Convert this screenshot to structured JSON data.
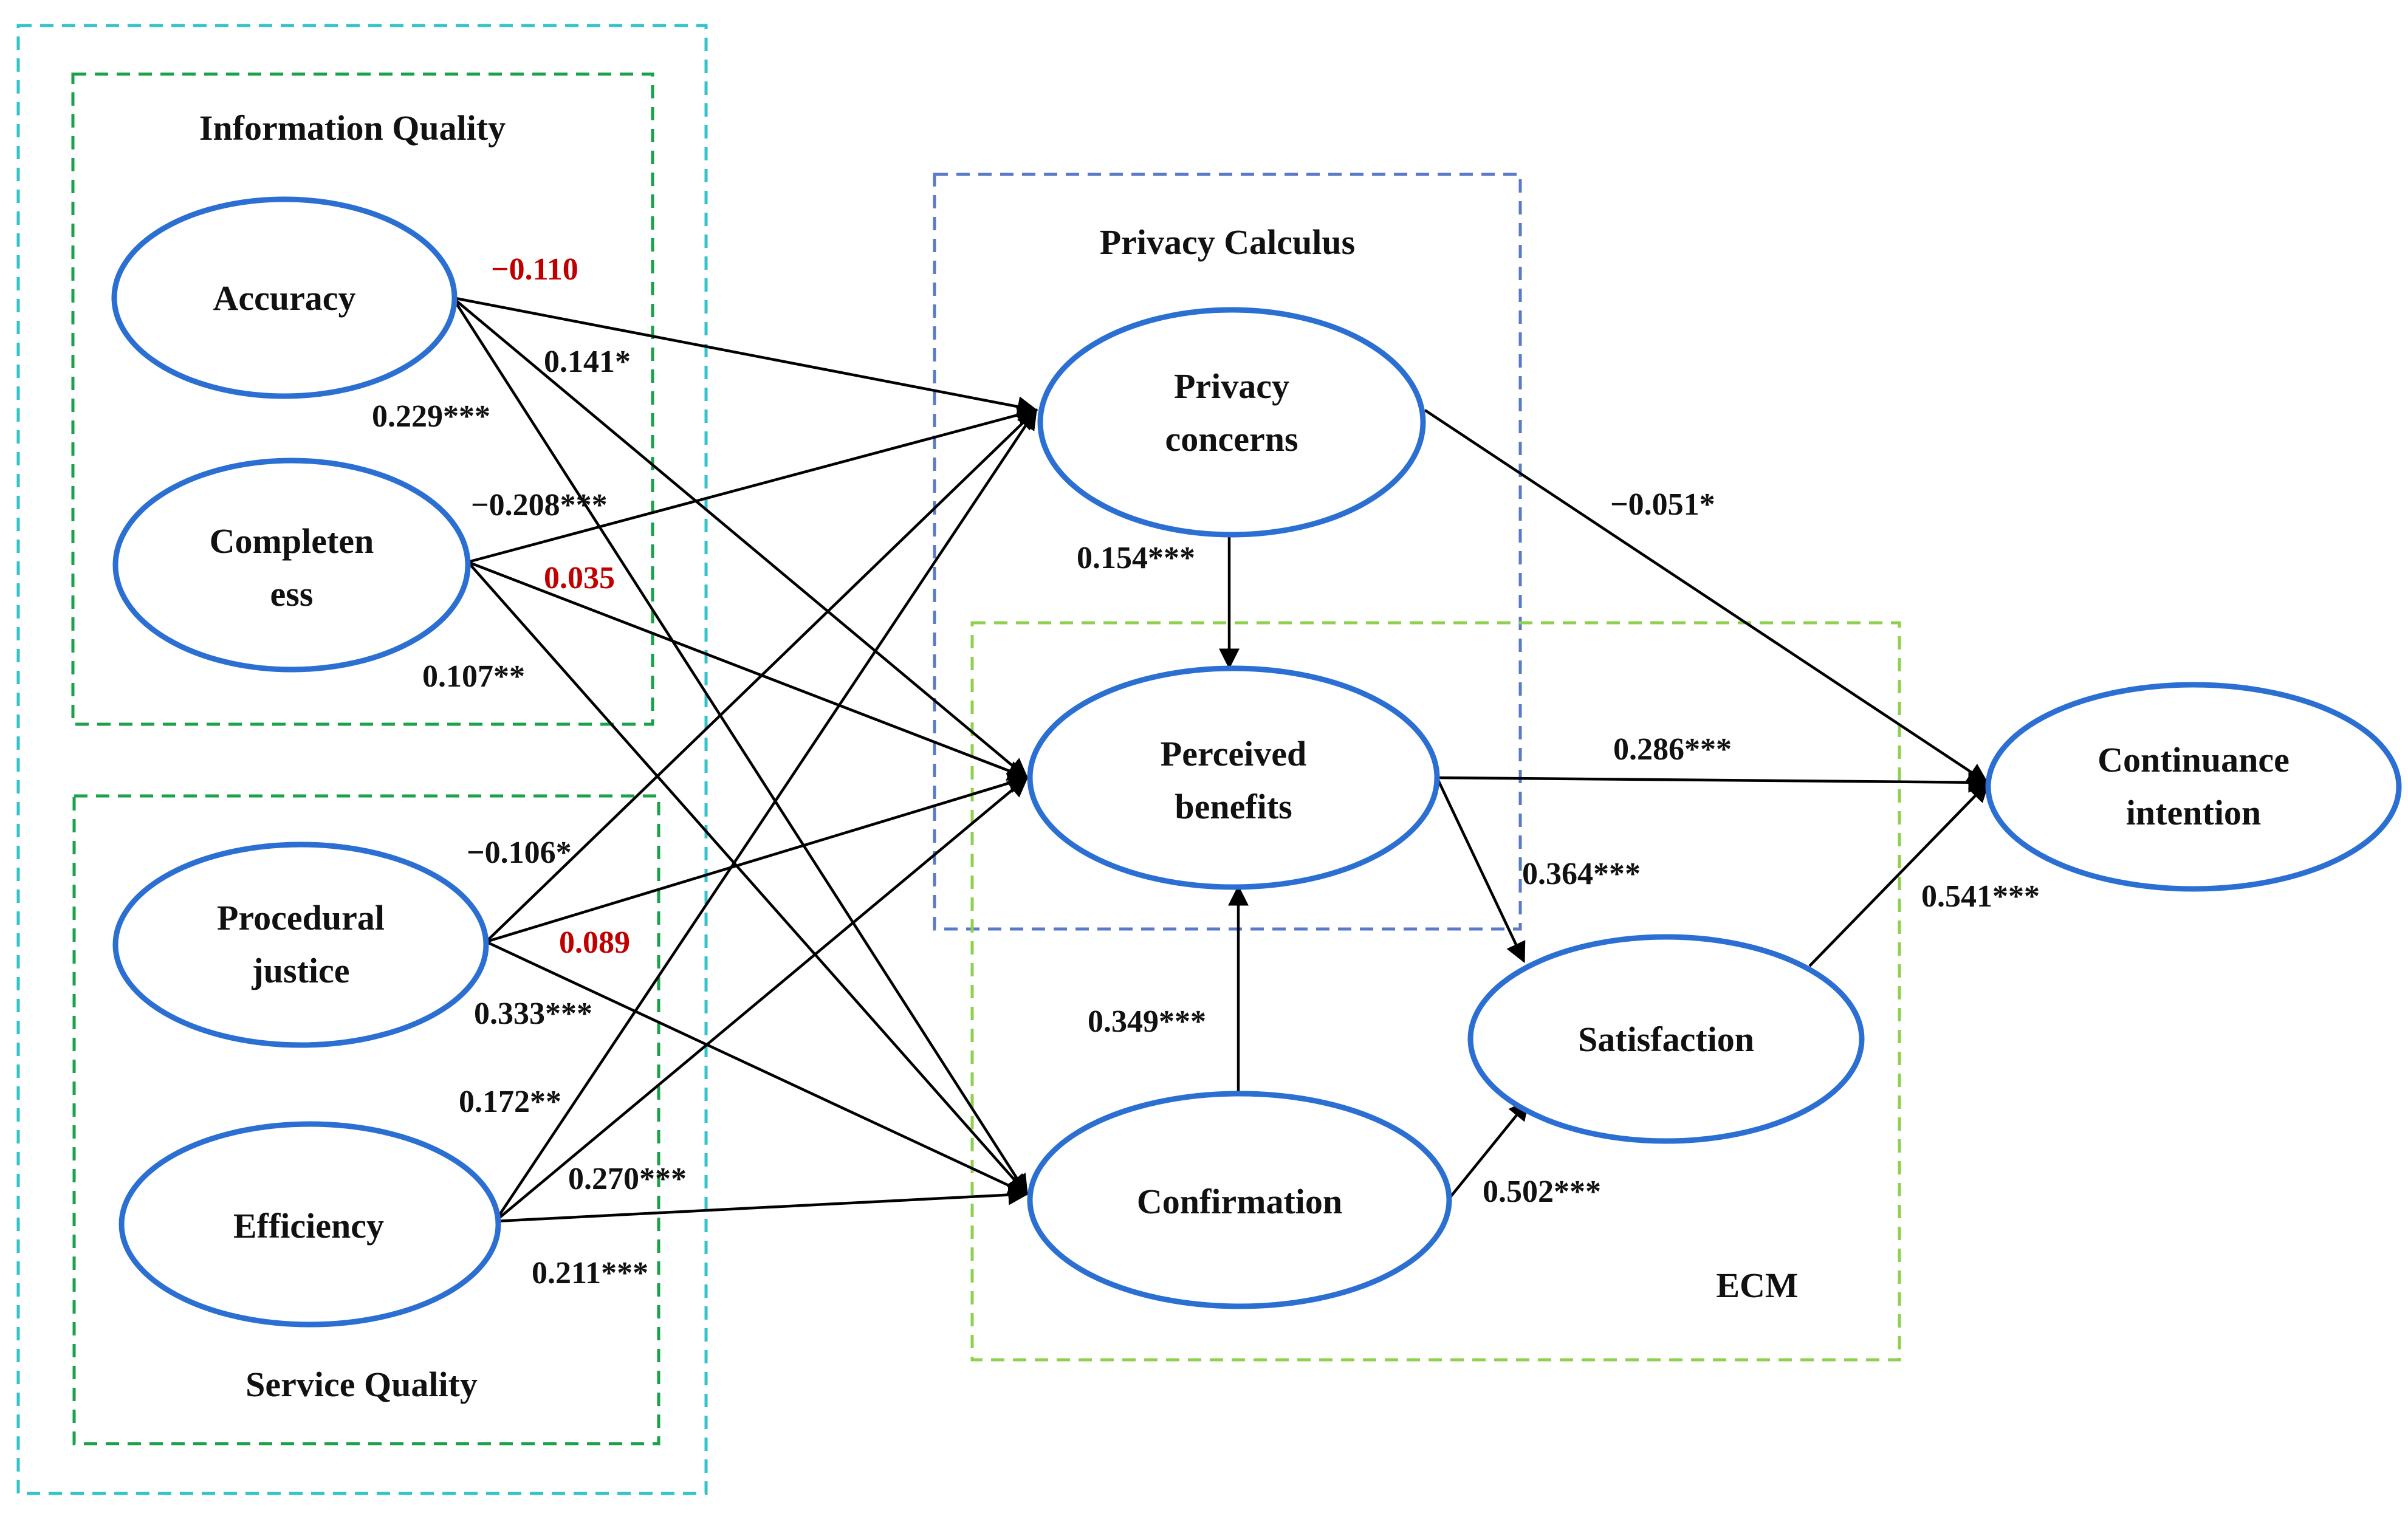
{
  "groups": {
    "information_quality": {
      "title": "Information Quality",
      "border_color": "#1aa14a"
    },
    "service_quality": {
      "title": "Service Quality",
      "border_color": "#1aa14a"
    },
    "outer_quality": {
      "border_color": "#32c3c8"
    },
    "privacy_calculus": {
      "title": "Privacy Calculus",
      "border_color": "#5a7ac8"
    },
    "ecm": {
      "title": "ECM",
      "border_color": "#8fd14f"
    }
  },
  "nodes": {
    "accuracy": {
      "lines": [
        "Accuracy"
      ]
    },
    "completeness": {
      "lines": [
        "Completen",
        "ess"
      ]
    },
    "procedural_justice": {
      "lines": [
        "Procedural",
        "justice"
      ]
    },
    "efficiency": {
      "lines": [
        "Efficiency"
      ]
    },
    "privacy_concerns": {
      "lines": [
        "Privacy",
        "concerns"
      ]
    },
    "perceived_benefits": {
      "lines": [
        "Perceived",
        "benefits"
      ]
    },
    "confirmation": {
      "lines": [
        "Confirmation"
      ]
    },
    "satisfaction": {
      "lines": [
        "Satisfaction"
      ]
    },
    "continuance_intention": {
      "lines": [
        "Continuance",
        "intention"
      ]
    }
  },
  "paths": {
    "acc_pc": {
      "from": "Accuracy",
      "to": "Privacy concerns",
      "coefficient": "−0.110",
      "significant": false
    },
    "acc_pb": {
      "from": "Accuracy",
      "to": "Perceived benefits",
      "coefficient": "0.141*",
      "significant": true
    },
    "acc_cf": {
      "from": "Accuracy",
      "to": "Confirmation",
      "coefficient": "0.229***",
      "significant": true
    },
    "com_pc": {
      "from": "Completeness",
      "to": "Privacy concerns",
      "coefficient": "−0.208***",
      "significant": true
    },
    "com_pb": {
      "from": "Completeness",
      "to": "Perceived benefits",
      "coefficient": "0.035",
      "significant": false
    },
    "com_cf": {
      "from": "Completeness",
      "to": "Confirmation",
      "coefficient": "0.107**",
      "significant": true
    },
    "pj_pc": {
      "from": "Procedural justice",
      "to": "Privacy concerns",
      "coefficient": "−0.106*",
      "significant": true
    },
    "pj_pb": {
      "from": "Procedural justice",
      "to": "Perceived benefits",
      "coefficient": "0.089",
      "significant": false
    },
    "pj_cf": {
      "from": "Procedural justice",
      "to": "Confirmation",
      "coefficient": "0.333***",
      "significant": true
    },
    "eff_pc": {
      "from": "Efficiency",
      "to": "Privacy concerns",
      "coefficient": "0.172**",
      "significant": true
    },
    "eff_pb": {
      "from": "Efficiency",
      "to": "Perceived benefits",
      "coefficient": "0.270***",
      "significant": true
    },
    "eff_cf": {
      "from": "Efficiency",
      "to": "Confirmation",
      "coefficient": "0.211***",
      "significant": true
    },
    "pc_pb": {
      "from": "Privacy concerns",
      "to": "Perceived benefits",
      "coefficient": "0.154***",
      "significant": true
    },
    "pc_ci": {
      "from": "Privacy concerns",
      "to": "Continuance intention",
      "coefficient": "−0.051*",
      "significant": true
    },
    "pb_ci": {
      "from": "Perceived benefits",
      "to": "Continuance intention",
      "coefficient": "0.286***",
      "significant": true
    },
    "pb_sat": {
      "from": "Perceived benefits",
      "to": "Satisfaction",
      "coefficient": "0.364***",
      "significant": true
    },
    "cf_pb": {
      "from": "Confirmation",
      "to": "Perceived benefits",
      "coefficient": "0.349***",
      "significant": true
    },
    "cf_sat": {
      "from": "Confirmation",
      "to": "Satisfaction",
      "coefficient": "0.502***",
      "significant": true
    },
    "sat_ci": {
      "from": "Satisfaction",
      "to": "Continuance intention",
      "coefficient": "0.541***",
      "significant": true
    }
  },
  "colors": {
    "node_outline": "#2b6fd3",
    "edge": "#000000",
    "non_significant": "#c00000",
    "text": "#111111"
  }
}
